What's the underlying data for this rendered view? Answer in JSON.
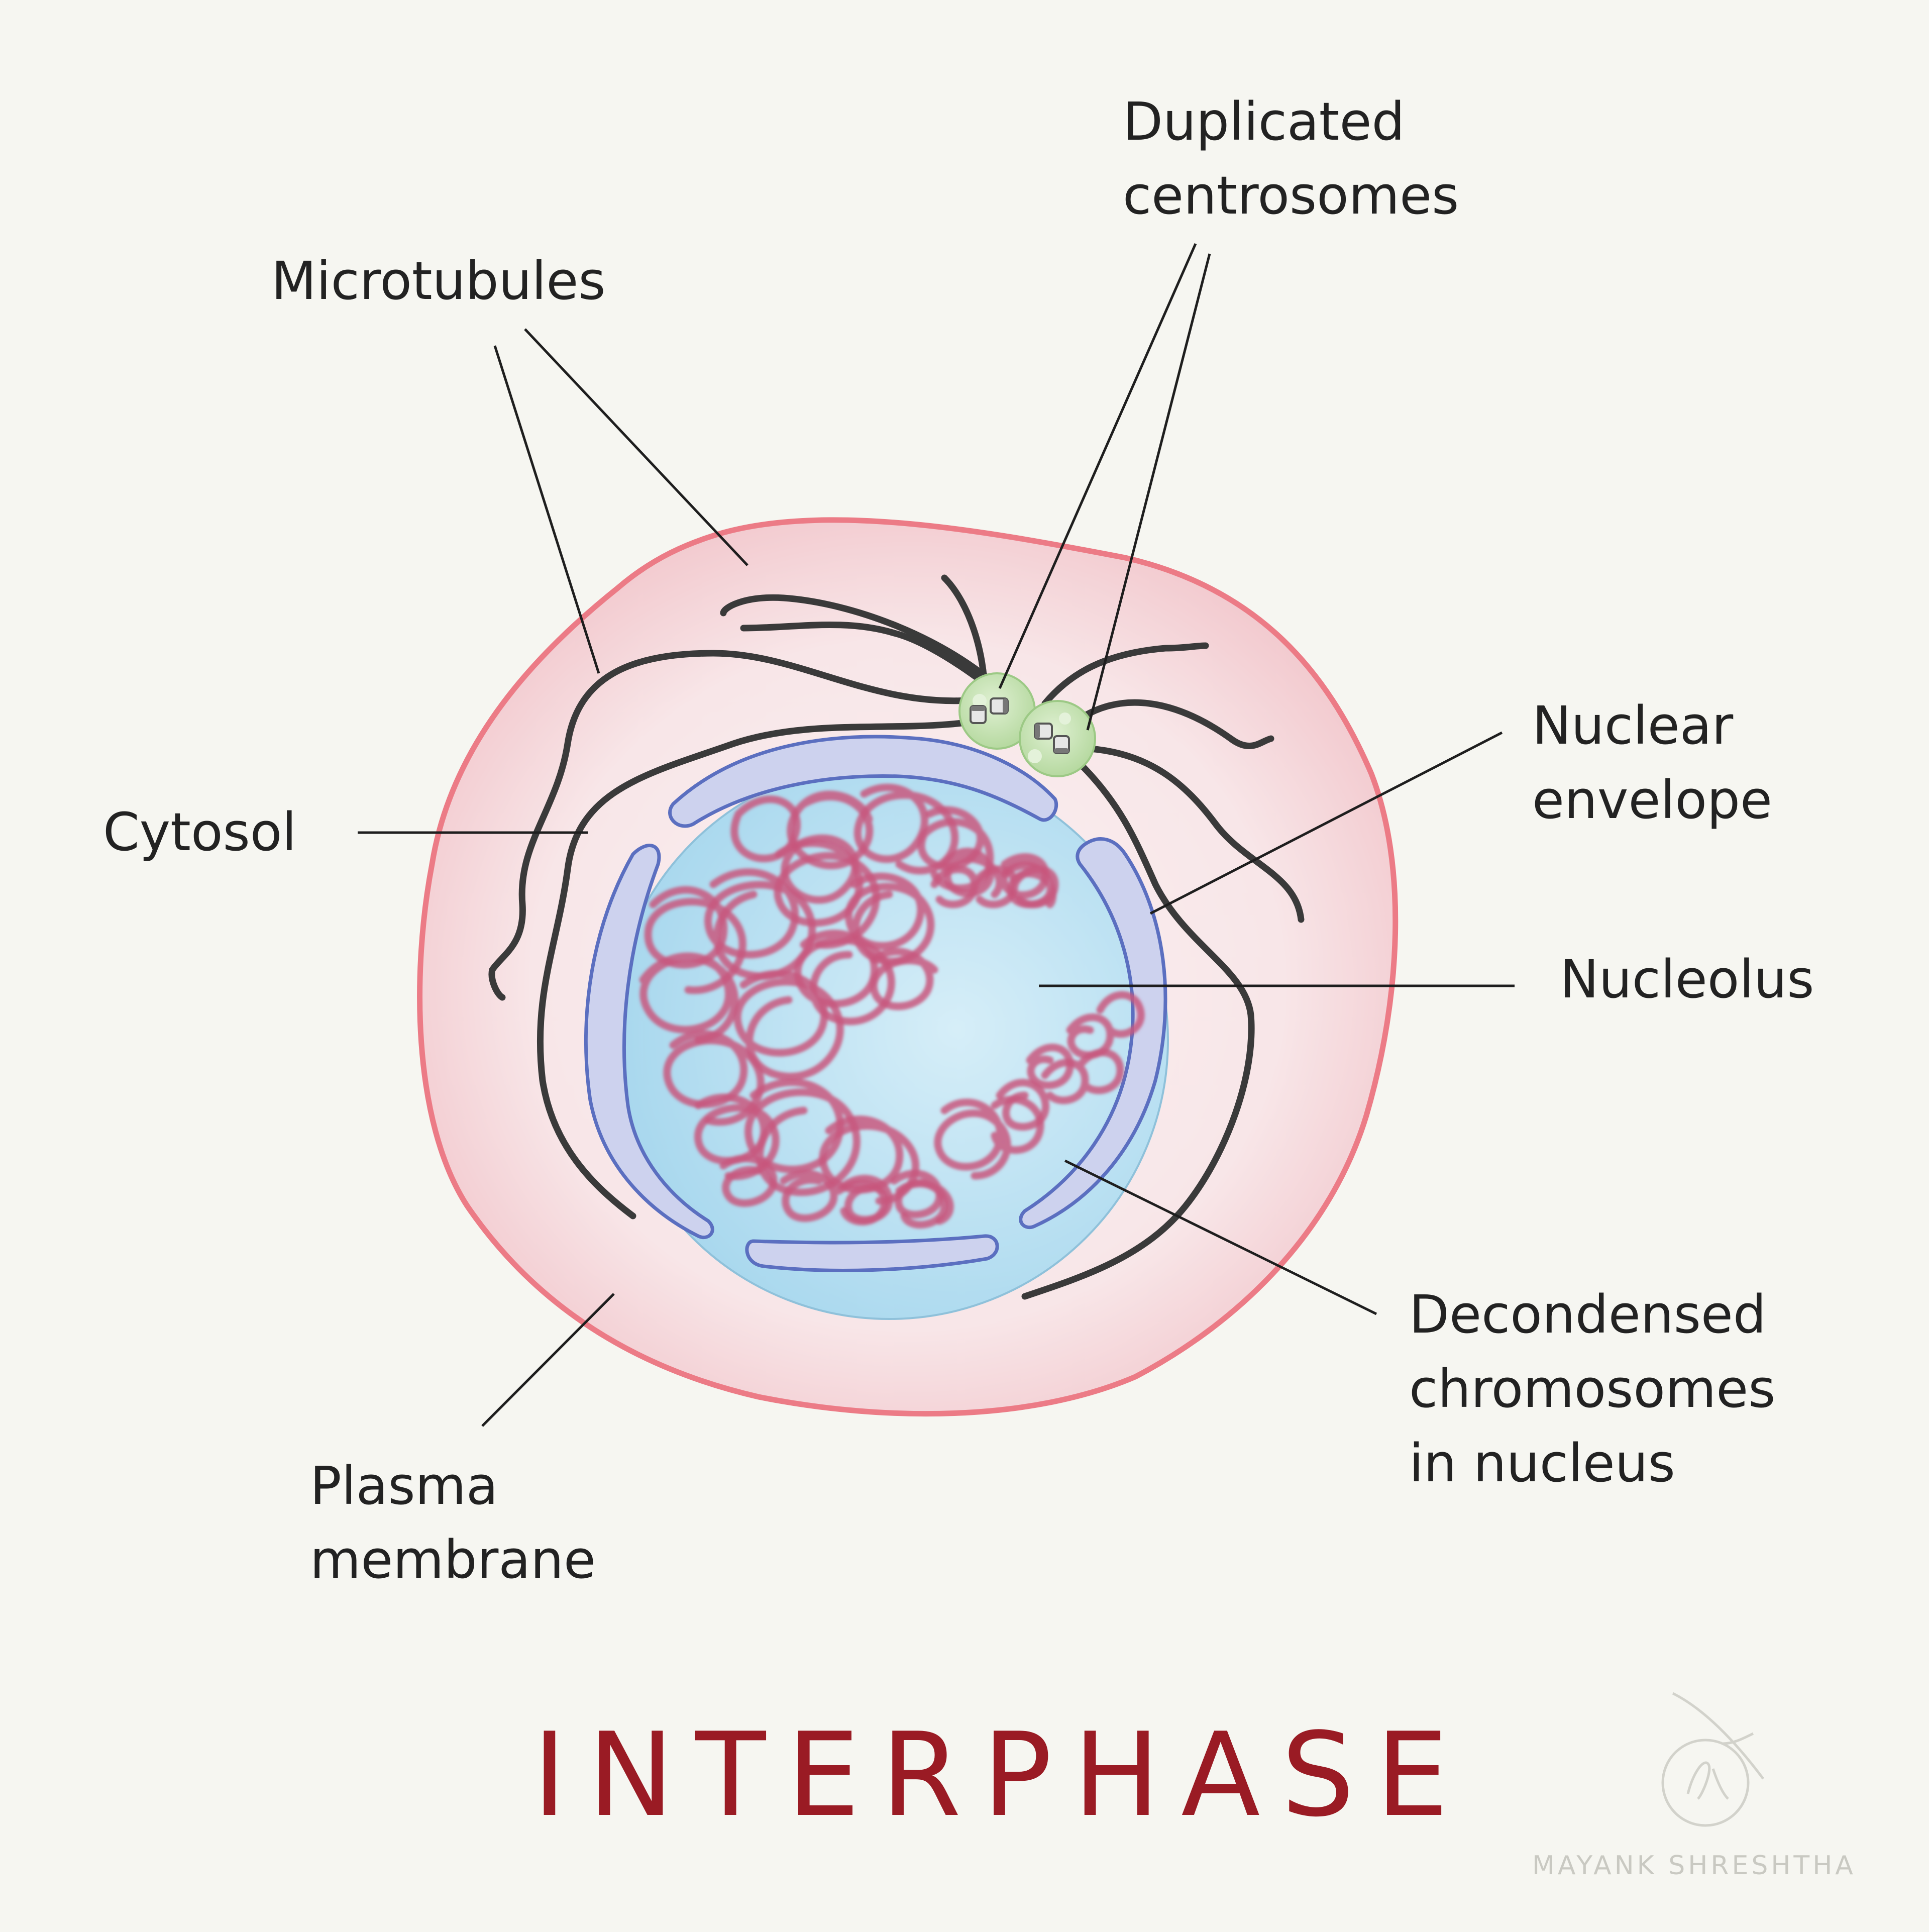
{
  "title": "INTERPHASE",
  "labels": {
    "duplicated_centrosomes": [
      "Duplicated",
      "centrosomes"
    ],
    "microtubules": "Microtubules",
    "nuclear_envelope": [
      "Nuclear",
      "envelope"
    ],
    "cytosol": "Cytosol",
    "nucleolus": "Nucleolus",
    "decondensed_chromosomes": [
      "Decondensed",
      "chromosomes",
      "in nucleus"
    ],
    "plasma_membrane": [
      "Plasma",
      "membrane"
    ]
  },
  "watermark": {
    "name": "MAYANK SHRESHTHA"
  },
  "colors": {
    "background": "#f6f6f1",
    "cell_fill": "#f6dde0",
    "cell_outline": "#ec7b86",
    "nucleus_fill": "#bfe3f2",
    "nuclear_envelope": "#cdd2ee",
    "nuclear_envelope_outline": "#5b6fc0",
    "chromatin": "#c8577e",
    "centrosome": "#c5e3b2",
    "microtubule": "#3a3a3a",
    "title": "#9a1b24"
  }
}
